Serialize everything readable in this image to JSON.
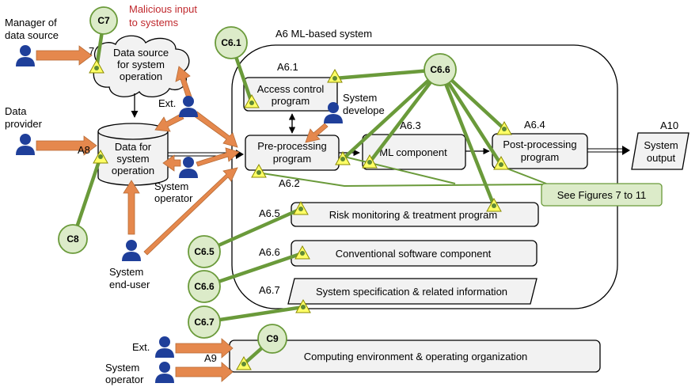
{
  "labels": {
    "malicious_1": "Malicious input",
    "malicious_2": "to systems",
    "manager_1": "Manager of",
    "manager_2": "data source",
    "data_provider_1": "Data",
    "data_provider_2": "provider",
    "ext_top": "Ext.",
    "system_operator_mid_1": "System",
    "system_operator_mid_2": "operator",
    "end_user_1": "System",
    "end_user_2": "end-user",
    "system_developer_1": "System",
    "system_developer_2": "develope",
    "ext_bottom": "Ext.",
    "system_operator_bottom_1": "System",
    "system_operator_bottom_2": "operator",
    "a7_partial": "7",
    "a8_partial": "A8"
  },
  "nodes": {
    "data_source_1": "Data source",
    "data_source_2": "for system",
    "data_source_3": "operation",
    "data_for_ops_1": "Data for",
    "data_for_ops_2": "system",
    "data_for_ops_3": "operation",
    "a6_title": "A6  ML-based system",
    "a6_1": "A6.1",
    "access_1": "Access control",
    "access_2": "program",
    "preproc_1": "Pre-processing",
    "preproc_2": "program",
    "a6_2": "A6.2",
    "a6_3": "A6.3",
    "ml_component": "ML component",
    "a6_4": "A6.4",
    "postproc_1": "Post-processing",
    "postproc_2": "program",
    "a10": "A10",
    "output_1": "System",
    "output_2": "output",
    "see_figures": "See Figures 7 to 11",
    "a6_5": "A6.5",
    "risk": "Risk monitoring & treatment program",
    "a6_6": "A6.6",
    "conventional": "Conventional software component",
    "a6_7": "A6.7",
    "spec": "System specification & related information",
    "a9": "A9",
    "computing": "Computing environment & operating organization"
  },
  "circles": {
    "c7": "C7",
    "c6_1": "C6.1",
    "c6_6_top": "C6.6",
    "c8": "C8",
    "c6_5": "C6.5",
    "c6_6_left": "C6.6",
    "c6_7": "C6.7",
    "c9": "C9"
  }
}
